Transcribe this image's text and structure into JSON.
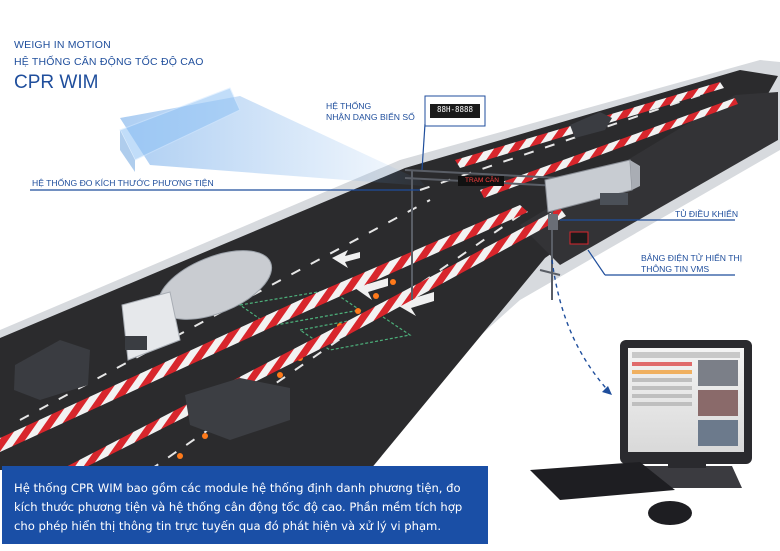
{
  "header": {
    "line1": "WEIGH IN MOTION",
    "line2": "HỆ THỐNG CÂN ĐỘNG TỐC ĐỘ CAO",
    "title": "CPR WIM"
  },
  "callouts": {
    "plate_recognition_line1": "HỆ THỐNG",
    "plate_recognition_line2": "NHẬN DẠNG BIỂN SỐ",
    "plate_number": "88H-8888",
    "dimension_measure": "HỆ THỐNG ĐO KÍCH THƯỚC PHƯƠNG TIỆN",
    "control_cabinet": "TỦ ĐIỀU KHIỂN",
    "vms_line1": "BẢNG ĐIỆN TỬ HIỂN THỊ",
    "vms_line2": "THÔNG TIN VMS",
    "gantry_sign": "TRẠM CÂN"
  },
  "description": "Hệ thống CPR WIM bao gồm các module hệ thống định danh phương tiện, đo kích thước phương tiện và hệ thống cân động tốc độ cao. Phần mềm tích hợp cho phép hiển thị thông tin trực tuyến qua đó phát hiện và xử lý vi phạm.",
  "colors": {
    "accent_blue": "#1f4e9c",
    "box_blue": "#1a4fa6",
    "road": "#2b2b2d",
    "barrier_red": "#d8262c"
  },
  "icons": [
    "truck-icon",
    "tanker-truck-icon",
    "car-icon",
    "gantry-icon",
    "camera-icon",
    "computer-icon",
    "keyboard-icon",
    "mouse-icon"
  ]
}
